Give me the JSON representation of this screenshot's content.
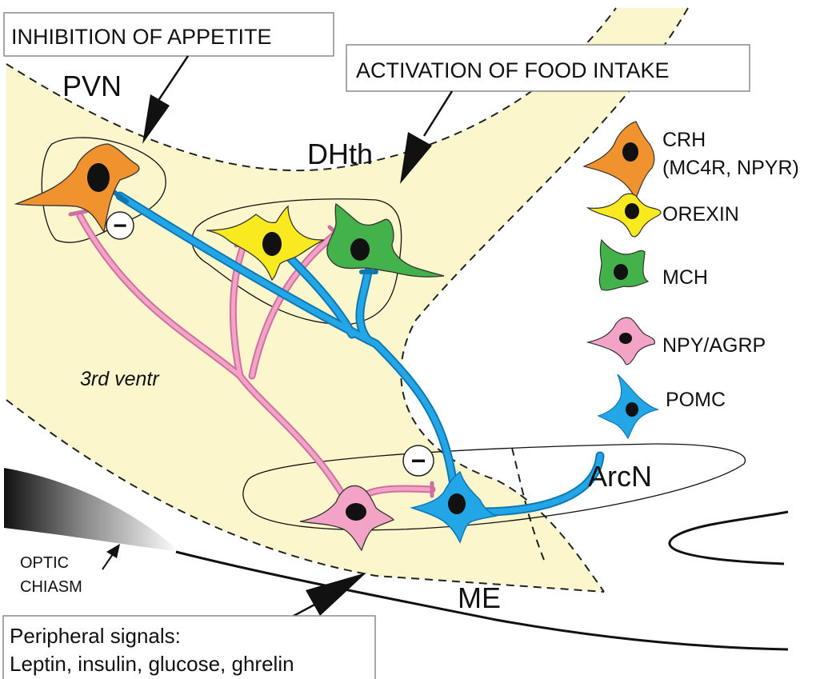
{
  "callouts": {
    "inhibition": "INHIBITION OF APPETITE",
    "activation": "ACTIVATION OF FOOD INTAKE",
    "peripheral_line1": "Peripheral signals:",
    "peripheral_line2": "Leptin, insulin, glucose, ghrelin"
  },
  "regions": {
    "pvn": "PVN",
    "dhth": "DHth",
    "arcn": "ArcN",
    "me": "ME",
    "ventricle": "3rd ventr",
    "optic_line1": "OPTIC",
    "optic_line2": "CHIASM"
  },
  "inhibition_symbol": "−",
  "legend": [
    {
      "label": "CRH",
      "sublabel": "(MC4R, NPYR)",
      "color": "#F0922E"
    },
    {
      "label": "OREXIN",
      "color": "#F8EA1E"
    },
    {
      "label": "MCH",
      "color": "#44B24A"
    },
    {
      "label": "NPY/AGRP",
      "color": "#F3A3C6"
    },
    {
      "label": "POMC",
      "color": "#23A6E6"
    }
  ],
  "colors": {
    "background_region": "#FCF6CC",
    "crh": "#F0922E",
    "orexin": "#F8EA1E",
    "mch": "#44B24A",
    "npy_agrp": "#F3A3C6",
    "pomc": "#23A6E6",
    "nucleus": "#111111"
  }
}
